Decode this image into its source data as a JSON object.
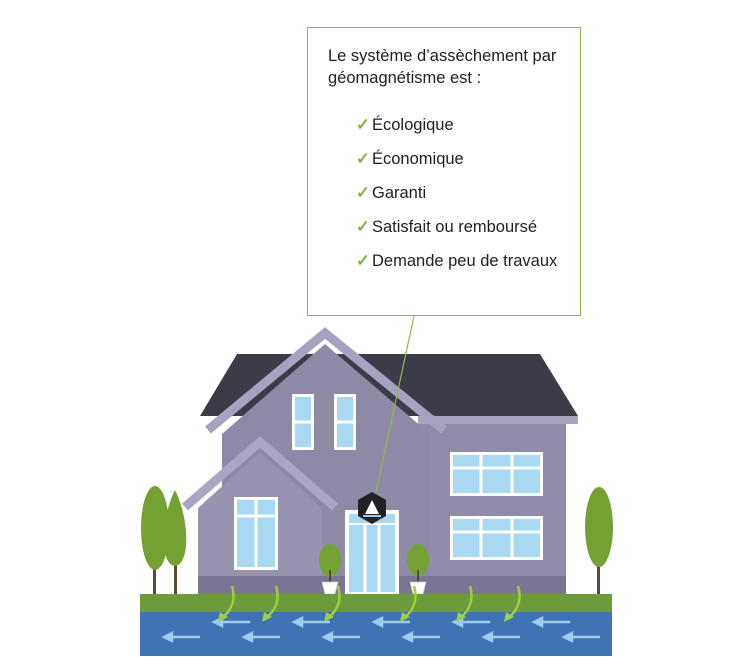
{
  "infobox": {
    "heading": "Le système d’assèchement par géomagnétisme est :",
    "check_icon": "check-icon",
    "items": [
      {
        "label": "Écologique"
      },
      {
        "label": "Économique"
      },
      {
        "label": "Garanti"
      },
      {
        "label": "Satisfait ou remboursé"
      },
      {
        "label": "Demande peu de travaux"
      }
    ]
  },
  "colors": {
    "box_border": "#8dbb4a",
    "check": "#7fb539",
    "roof": "#3b3c48",
    "wall": "#8f8ba6",
    "grass": "#6d9a3a",
    "water": "#3f74b4",
    "arrow_green": "#9bd13f",
    "arrow_blue": "#9fcaf0"
  }
}
